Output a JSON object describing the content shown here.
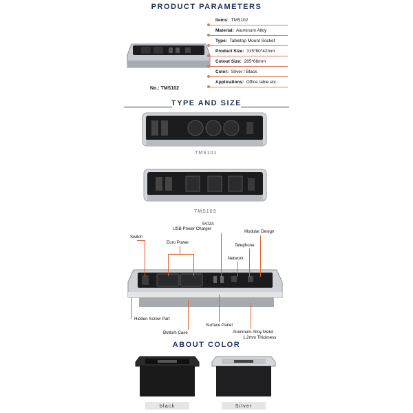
{
  "sections": {
    "product_parameters": "PRODUCT PARAMETERS",
    "type_and_size": "TYPE AND SIZE",
    "about_color": "ABOUT COLOR"
  },
  "parameters": [
    {
      "label": "Items:",
      "value": "TMS102"
    },
    {
      "label": "Material:",
      "value": "Aluminum Alloy"
    },
    {
      "label": "Type:",
      "value": "Tabletop Mount Socket"
    },
    {
      "label": "Product Size:",
      "value": "315*80*42mm"
    },
    {
      "label": "Cutout Size:",
      "value": "285*68mm"
    },
    {
      "label": "Color:",
      "value": "Silver / Black"
    },
    {
      "label": "Applications:",
      "value": "Office table etc."
    }
  ],
  "model_caption": "No.: TMS102",
  "types": [
    {
      "caption": "TMS101"
    },
    {
      "caption": "TMS103"
    }
  ],
  "diagram": {
    "charger_line1": "5V/2A",
    "charger_line2": "USB Power Charger",
    "modular": "Modular Design",
    "switch": "Switch",
    "euro_power": "Euro Power",
    "telephone": "Telephone",
    "network": "Network",
    "hidden_screw": "Hidden Screw Part",
    "surface_panel": "Surface Panel",
    "bottom_case": "Bottom Case",
    "alloy_line1": "Aluminum Alloy Metel",
    "alloy_line2": "1.2mm Thickness"
  },
  "colors": [
    {
      "label": "black"
    },
    {
      "label": "Silver"
    }
  ],
  "palette": {
    "title": "#1f2f5e",
    "accent": "#e06030"
  }
}
